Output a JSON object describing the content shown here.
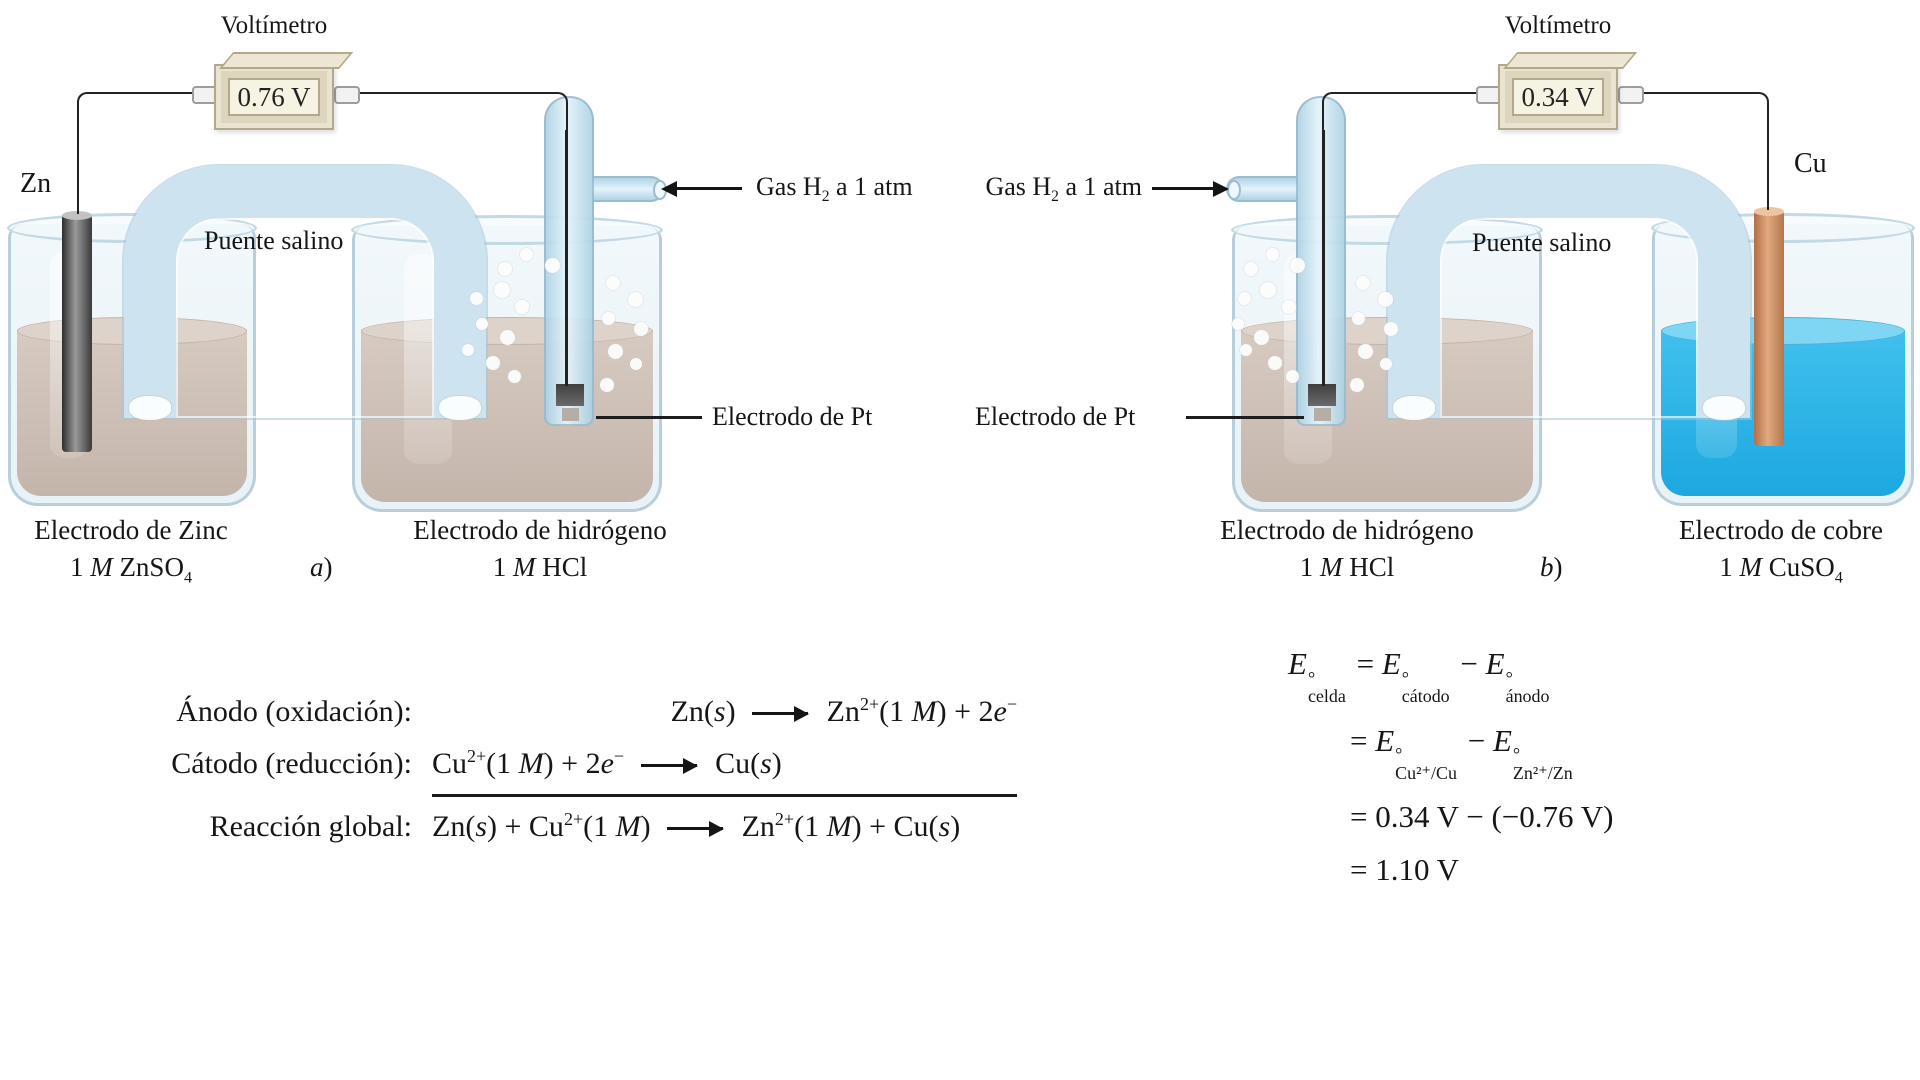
{
  "panel_a": {
    "voltmeter": {
      "title": "Voltímetro",
      "reading": "0.76 V"
    },
    "zn_symbol": "Zn",
    "salt_bridge_label": "Puente salino",
    "gas_label_html": "Gas H<sub>2</sub> a 1 atm",
    "pt_label": "Electrodo de Pt",
    "zinc_caption": {
      "line1": "Electrodo de Zinc",
      "line2_html": "1 <i>M</i> ZnSO<sub>4</sub>"
    },
    "hydrogen_caption": {
      "line1": "Electrodo de hidrógeno",
      "line2_html": "1 <i>M</i> HCl"
    },
    "tag_html": "<i>a</i>)"
  },
  "panel_b": {
    "voltmeter": {
      "title": "Voltímetro",
      "reading": "0.34 V"
    },
    "cu_symbol": "Cu",
    "salt_bridge_label": "Puente salino",
    "gas_label_html": "Gas H<sub>2</sub> a 1 atm",
    "pt_label": "Electrodo de Pt",
    "hydrogen_caption": {
      "line1": "Electrodo de hidrógeno",
      "line2_html": "1 <i>M</i> HCl"
    },
    "copper_caption": {
      "line1": "Electrodo de cobre",
      "line2_html": "1 <i>M</i> CuSO<sub>4</sub>"
    },
    "tag_html": "<i>b</i>)"
  },
  "equations": {
    "anode_label": "Ánodo (oxidación):",
    "anode_html": "Zn(<i>s</i>) <span class=\"larr\"></span> Zn<sup>2+</sup>(1 <i>M</i>) + 2<i>e</i><sup>−</sup>",
    "cathode_label": "Cátodo (reducción):",
    "cathode_html": "Cu<sup>2+</sup>(1 <i>M</i>) + 2<i>e</i><sup>−</sup> <span class=\"larr\"></span> Cu(<i>s</i>)",
    "overall_label": "Reacción global:",
    "overall_html": "Zn(<i>s</i>) + Cu<sup>2+</sup>(1 <i>M</i>) <span class=\"larr\"></span> Zn<sup>2+</sup>(1 <i>M</i>) + Cu(<i>s</i>)"
  },
  "cell_potential": {
    "line1_html": "<i>E</i><span class=\"ss\"><span>°</span><span>celda</span></span> = <i>E</i><span class=\"ss\"><span>°</span><span>cátodo</span></span> − <i>E</i><span class=\"ss\"><span>°</span><span>ánodo</span></span>",
    "line2_html": "= <i>E</i><span class=\"ss\"><span>°</span><span>Cu²⁺/Cu</span></span> − <i>E</i><span class=\"ss\"><span>°</span><span>Zn²⁺/Zn</span></span>",
    "line3_html": "= 0.34 V − (−0.76 V)",
    "line4_html": "= 1.10 V"
  },
  "colors": {
    "solution_znso4": "#cabcb2",
    "solution_hcl": "#cabcb2",
    "solution_cuso4": "#29b4e6",
    "electrode_zn": "#4a4a4a",
    "electrode_cu": "#cb8d64",
    "salt_bridge": "#cde3ef",
    "voltmeter_body": "#ddd5bd"
  }
}
